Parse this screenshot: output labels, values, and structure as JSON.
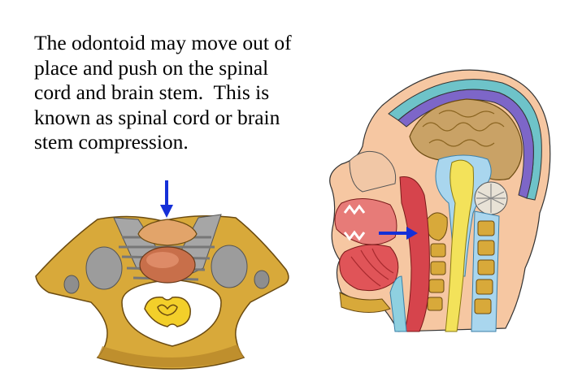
{
  "caption": {
    "lines": [
      "The odontoid may move out of",
      "place and push on the spinal",
      "cord and brain stem.  This is",
      "known as spinal cord or brain",
      "stem compression."
    ]
  },
  "colors": {
    "arrow": "#1530d8",
    "bone": "#d8a93a",
    "bone_outline": "#6a4a10",
    "brain": "#c9a266",
    "csf": "#a9d6ee",
    "spinal_cord": "#f3e25a",
    "skin": "#f6c7a2",
    "muscle": "#d6444c",
    "ligament": "#a6a6a6",
    "skull_outer": "#6ec3c9",
    "scalp_purple": "#7d66c8"
  }
}
